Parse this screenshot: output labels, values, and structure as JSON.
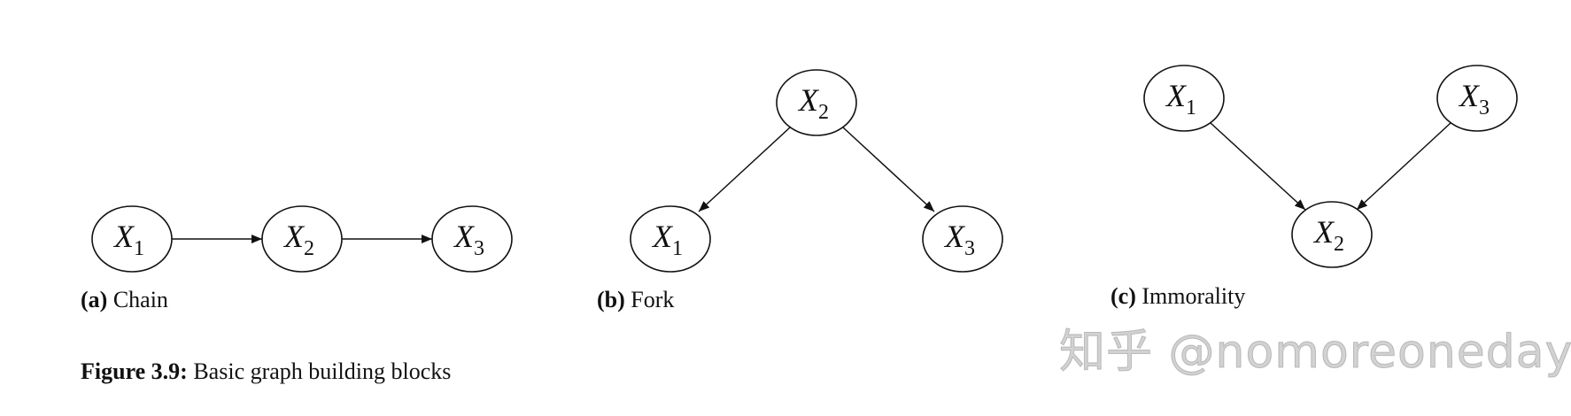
{
  "panels": {
    "chain": {
      "tag": "(a)",
      "name": "Chain",
      "nodes": [
        {
          "var": "X",
          "sub": "1"
        },
        {
          "var": "X",
          "sub": "2"
        },
        {
          "var": "X",
          "sub": "3"
        }
      ]
    },
    "fork": {
      "tag": "(b)",
      "name": "Fork",
      "nodes": [
        {
          "var": "X",
          "sub": "2"
        },
        {
          "var": "X",
          "sub": "1"
        },
        {
          "var": "X",
          "sub": "3"
        }
      ]
    },
    "immorality": {
      "tag": "(c)",
      "name": "Immorality",
      "nodes": [
        {
          "var": "X",
          "sub": "1"
        },
        {
          "var": "X",
          "sub": "3"
        },
        {
          "var": "X",
          "sub": "2"
        }
      ]
    }
  },
  "figure": {
    "label": "Figure 3.9:",
    "text": "Basic graph building blocks"
  },
  "watermark": {
    "text": "知乎 @nomoreoneday"
  },
  "colors": {
    "stroke": "#111111",
    "background": "#ffffff",
    "watermark": "#cdcdcd"
  }
}
